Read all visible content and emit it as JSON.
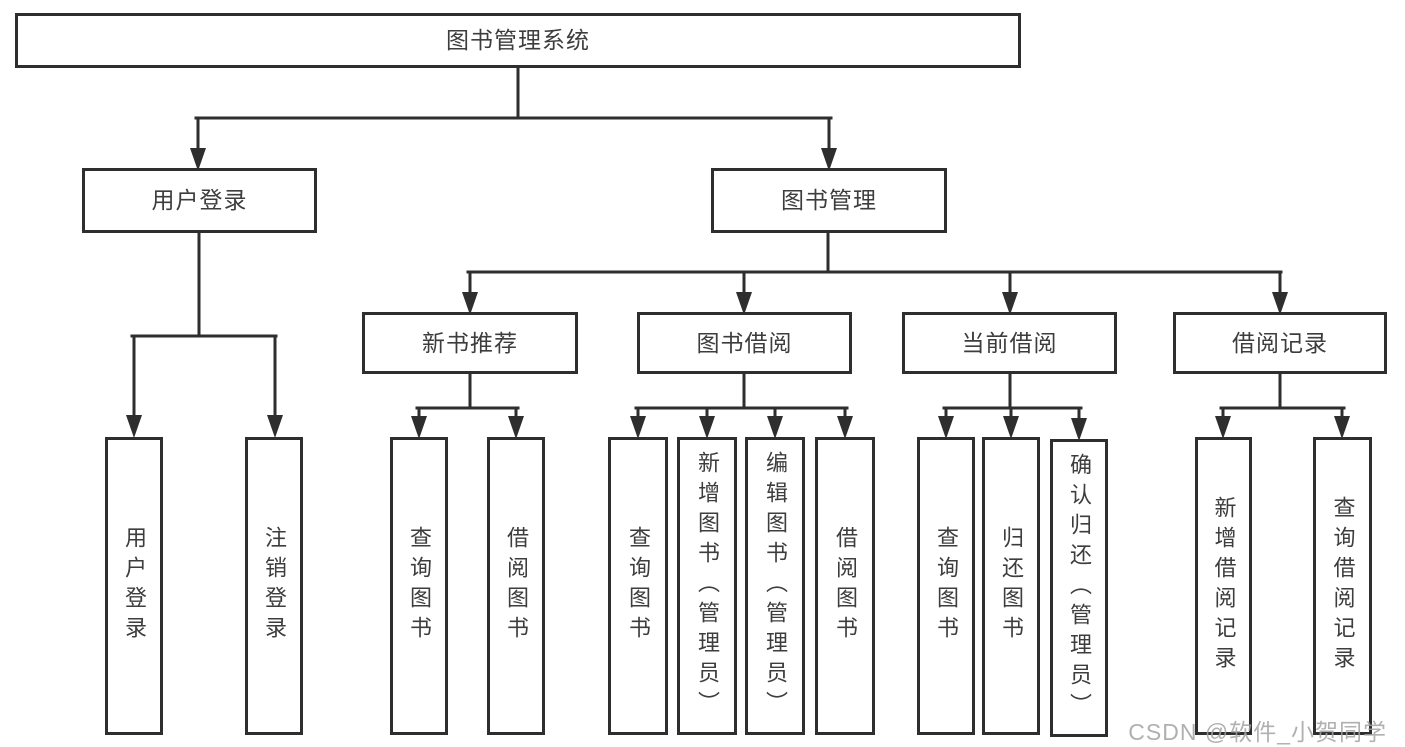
{
  "diagram": {
    "type": "hierarchy-tree",
    "title": "图书管理系统",
    "colors": {
      "line": "#2e2e2e",
      "text": "#3d3d3d",
      "box_background": "#ffffff",
      "watermark_text_color": "#a3a3a3",
      "page_background": "#ffffff"
    },
    "nodes": {
      "root": "图书管理系统",
      "user_login": "用户登录",
      "book_mgmt": "图书管理",
      "leaf_user_login": "用户登录",
      "leaf_logout": "注销登录",
      "new_book_rec": "新书推荐",
      "rec_query_book": "查询图书",
      "rec_borrow_book": "借阅图书",
      "book_borrow": "图书借阅",
      "borrow_query_book": "查询图书",
      "borrow_add_book": "新增图书（管理员）",
      "borrow_edit_book": "编辑图书（管理员）",
      "borrow_borrow_book": "借阅图书",
      "current_borrow": "当前借阅",
      "current_query_book": "查询图书",
      "current_return_book": "归还图书",
      "current_confirm_return": "确认归还（管理员）",
      "borrow_records": "借阅记录",
      "records_add_record": "新增借阅记录",
      "records_query_record": "查询借阅记录"
    },
    "hierarchy": {
      "label": "图书管理系统",
      "children": [
        {
          "label": "用户登录",
          "children": [
            {
              "label": "用户登录"
            },
            {
              "label": "注销登录"
            }
          ]
        },
        {
          "label": "图书管理",
          "children": [
            {
              "label": "新书推荐",
              "children": [
                {
                  "label": "查询图书"
                },
                {
                  "label": "借阅图书"
                }
              ]
            },
            {
              "label": "图书借阅",
              "children": [
                {
                  "label": "查询图书"
                },
                {
                  "label": "新增图书（管理员）"
                },
                {
                  "label": "编辑图书（管理员）"
                },
                {
                  "label": "借阅图书"
                }
              ]
            },
            {
              "label": "当前借阅",
              "children": [
                {
                  "label": "查询图书"
                },
                {
                  "label": "归还图书"
                },
                {
                  "label": "确认归还（管理员）"
                }
              ]
            },
            {
              "label": "借阅记录",
              "children": [
                {
                  "label": "新增借阅记录"
                },
                {
                  "label": "查询借阅记录"
                }
              ]
            }
          ]
        }
      ]
    }
  },
  "watermark": {
    "text": "CSDN @软件_小贺同学"
  }
}
